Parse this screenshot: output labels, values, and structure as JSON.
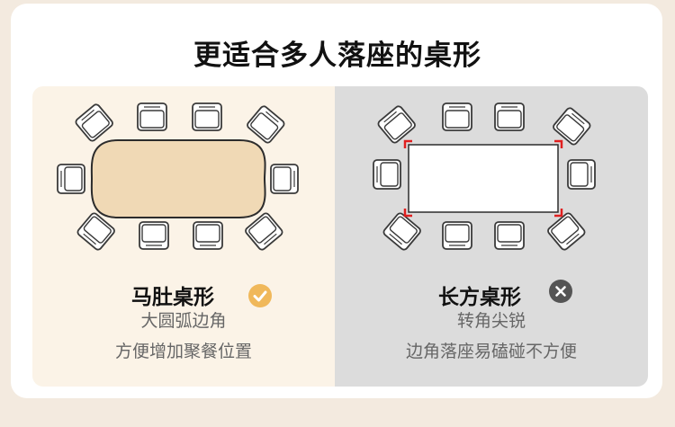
{
  "title": "更适合多人落座的桌形",
  "left": {
    "name": "马肚桌形",
    "desc1": "大圆弧边角",
    "desc2": "方便增加聚餐位置",
    "badge_icon": "check-circle-icon",
    "table_color": "#f0d9b5",
    "badge_color": "#f0b85a"
  },
  "right": {
    "name": "长方桌形",
    "desc1": "转角尖锐",
    "desc2": "边角落座易磕碰不方便",
    "badge_icon": "cross-circle-icon",
    "table_color": "#ffffff",
    "corner_color": "#e02020",
    "badge_color": "#555555"
  }
}
